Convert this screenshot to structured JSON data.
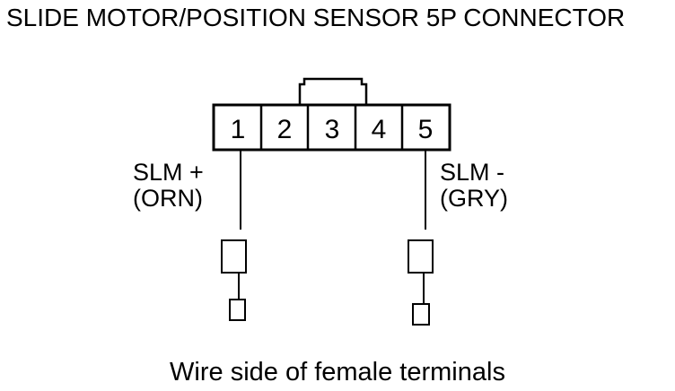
{
  "title": "SLIDE MOTOR/POSITION SENSOR 5P CONNECTOR",
  "caption": "Wire side of female terminals",
  "connector": {
    "pins": [
      "1",
      "2",
      "3",
      "4",
      "5"
    ]
  },
  "wires": [
    {
      "name": "SLM +",
      "color": "(ORN)",
      "pin": "1"
    },
    {
      "name": "SLM -",
      "color": "(GRY)",
      "pin": "5"
    }
  ]
}
